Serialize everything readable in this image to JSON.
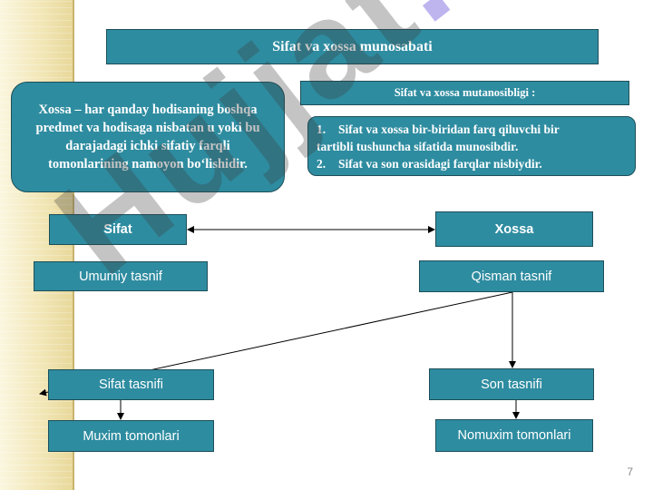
{
  "title": "Sifat va xossa munosabati",
  "definition": {
    "lines": [
      "Xossa – har qanday hodisaning boshqa",
      "predmet va hodisaga nisbatan u yoki bu",
      "darajadagi ichki sifatiy farqli",
      "tomonlarining namoyon bo‘lishidir."
    ]
  },
  "mutanosiblik": {
    "title": "Sifat va xossa mutanosibligi :",
    "items": [
      {
        "num": "1.",
        "line1": "Sifat va xossa bir-biridan farq qiluvchi bir",
        "line2": "tartibli tushuncha sifatida munosibdir."
      },
      {
        "num": "2.",
        "line1": "Sifat va son orasidagi farqlar nisbiydir."
      }
    ]
  },
  "nodes": {
    "sifat": "Sifat",
    "xossa": "Xossa",
    "umumiy": "Umumiy tasnif",
    "qisman": "Qisman tasnif",
    "sifat_tasnifi": "Sifat tasnifi",
    "son_tasnifi": "Son tasnifi",
    "muxim": "Muxim tomonlari",
    "nomuxim": "Nomuxim tomonlari"
  },
  "watermark": {
    "main": "Hujjat",
    "tail": ".uz"
  },
  "page_number": "7",
  "colors": {
    "box_fill": "#2e8ca0",
    "box_border": "#1d4f5a",
    "text": "#ffffff",
    "strip": "#f2e7b8"
  }
}
